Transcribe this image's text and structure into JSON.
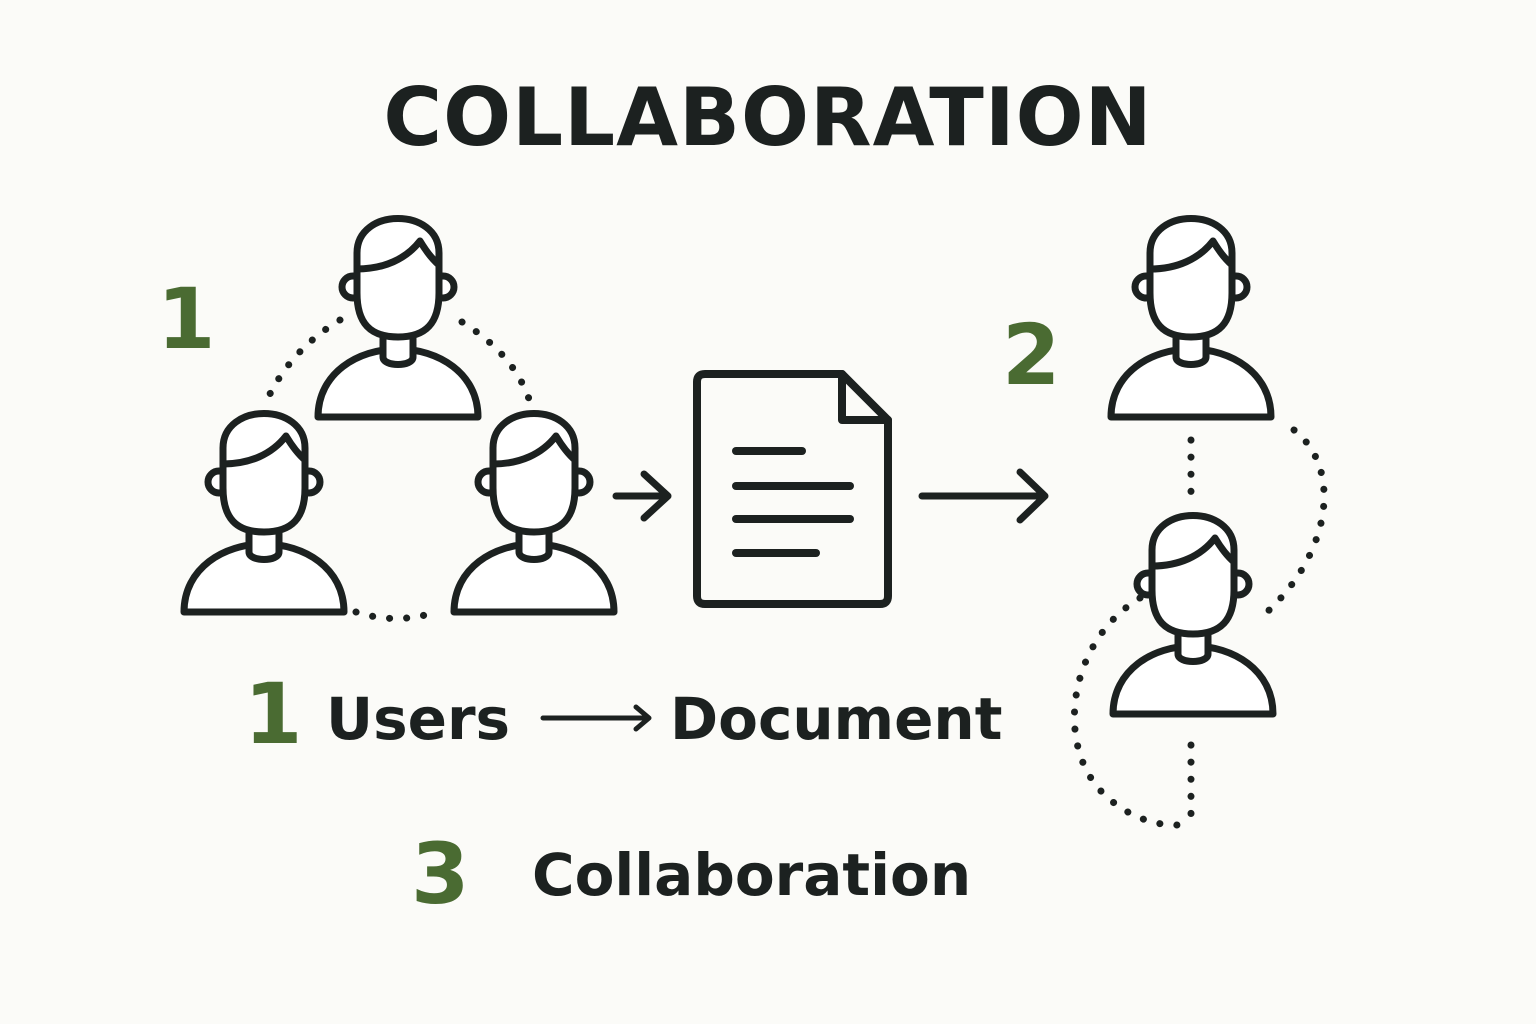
{
  "title": "COLLABORATION",
  "steps": [
    {
      "number": "1"
    },
    {
      "number": "2"
    }
  ],
  "legend": [
    {
      "number": "1",
      "from": "Users",
      "to": "Document"
    },
    {
      "number": "3",
      "label": "Collaboration"
    }
  ],
  "icons": [
    "user-icon",
    "document-icon",
    "arrow-right-icon"
  ],
  "colors": {
    "ink": "#1c2120",
    "accent": "#4a6b32",
    "background": "#fbfbf8"
  }
}
